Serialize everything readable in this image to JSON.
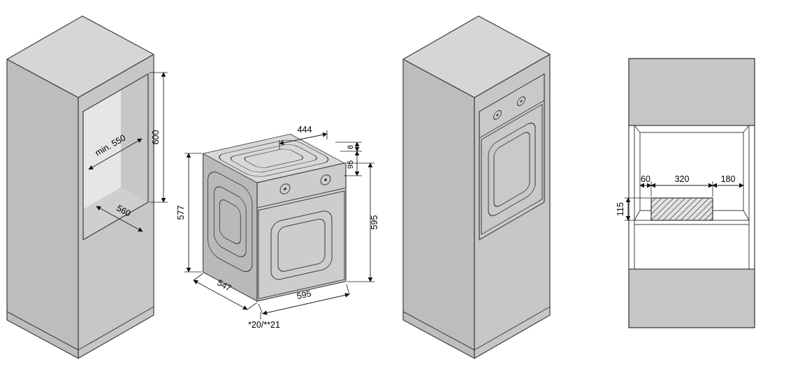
{
  "colors": {
    "cabinet_front": "#c7c7c7",
    "cabinet_side": "#bdbdbd",
    "cabinet_top": "#d6d6d6",
    "outline": "#3c3c3c",
    "dimension_line": "#1a1a1a"
  },
  "cabinet_empty": {
    "niche_width": "min. 550",
    "niche_height": "600",
    "niche_depth": "560"
  },
  "oven": {
    "top_width": "444",
    "body_height": "577",
    "body_depth": "547",
    "front_width": "595",
    "front_height": "595",
    "overhang": "8",
    "panel_height": "95",
    "note": "*20/**21"
  },
  "vent_view": {
    "offset_left": "60",
    "cutout_width": "320",
    "offset_right": "180",
    "cutout_height": "115"
  }
}
